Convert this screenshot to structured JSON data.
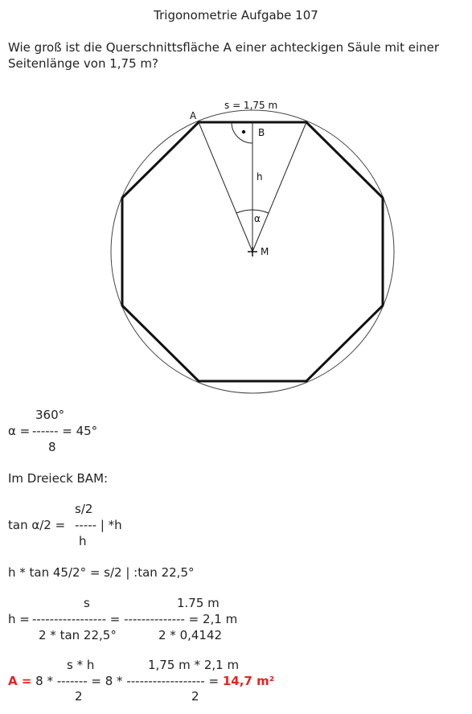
{
  "title": "Trigonometrie Aufgabe 107",
  "question": {
    "line1": "Wie groß ist die Querschnittsfläche A einer achteckigen Säule mit einer",
    "line2": "Seitenlänge von 1,75 m?"
  },
  "figure": {
    "label_side": "s = 1,75 m",
    "label_A": "A",
    "label_B": "B",
    "label_h": "h",
    "label_alpha": "α",
    "label_M": "M"
  },
  "formulas": {
    "alpha": {
      "num": "360°",
      "lhs": "α =",
      "mid": "------ = 45°",
      "den": "8"
    },
    "dreieck": "Im Dreieck BAM:",
    "tan": {
      "num": "s/2",
      "lhs": "tan α/2 =",
      "mid": "----- | *h",
      "den": "h"
    },
    "line_h": "h * tan 45/2° = s/2 | :tan 22,5°",
    "h": {
      "num1": "s",
      "num2": "1.75 m",
      "lhs": "h =",
      "mid": "----------------- = -------------- = 2,1 m",
      "den1": "2 * tan 22,5°",
      "den2": "2 * 0,4142"
    },
    "A": {
      "num1": "s * h",
      "num2": "1,75 m * 2,1 m",
      "lhs_red": "A =",
      "mid": " 8 * ------- = 8 * ------------------ = ",
      "result": "14,7 m²",
      "den1": "2",
      "den2": "2"
    }
  }
}
